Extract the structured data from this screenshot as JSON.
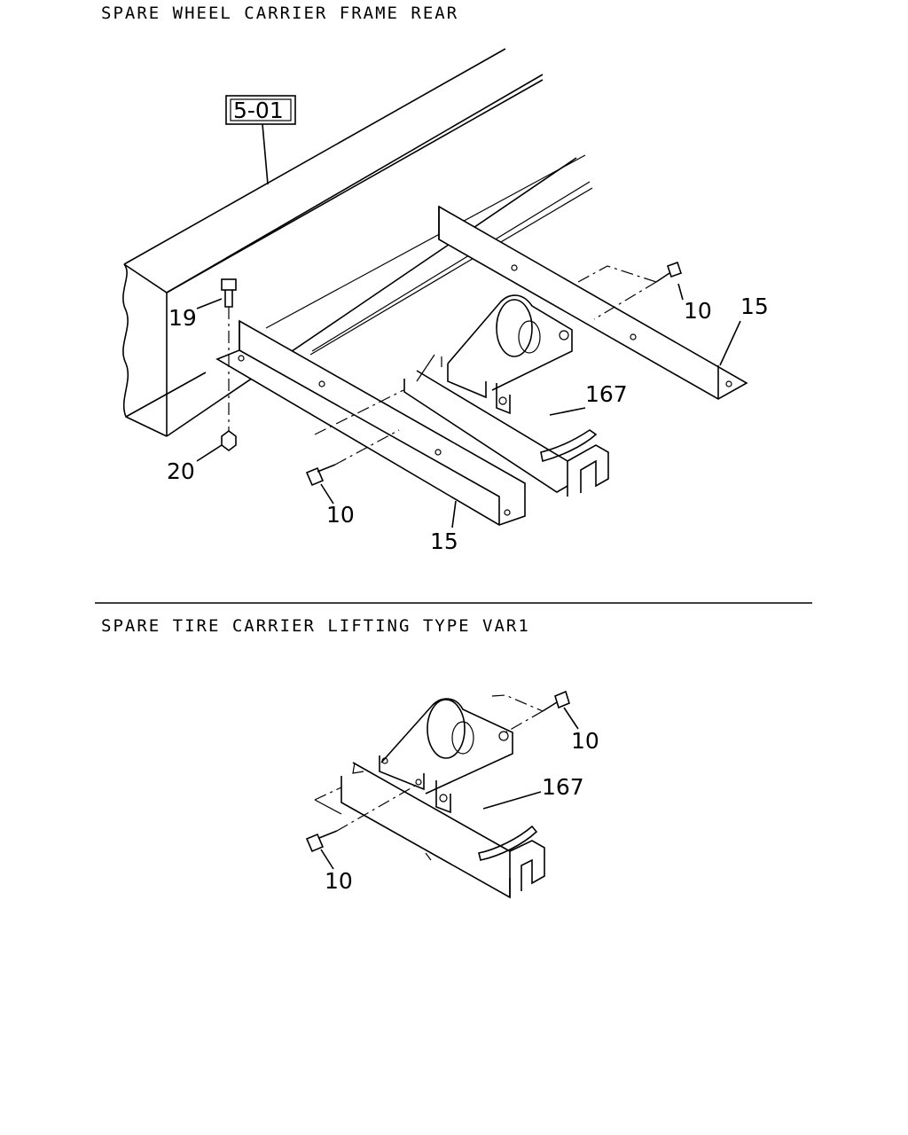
{
  "sections": [
    {
      "title": "SPARE WHEEL CARRIER FRAME REAR"
    },
    {
      "title": "SPARE TIRE CARRIER LIFTING TYPE VAR1"
    }
  ],
  "ref_box": "5-01",
  "callouts_top": {
    "c19": "19",
    "c20": "20",
    "c10_left": "10",
    "c10_right": "10",
    "c15_left": "15",
    "c15_right": "15",
    "c167": "167"
  },
  "callouts_bottom": {
    "c10_top": "10",
    "c10_bottom": "10",
    "c167": "167"
  }
}
